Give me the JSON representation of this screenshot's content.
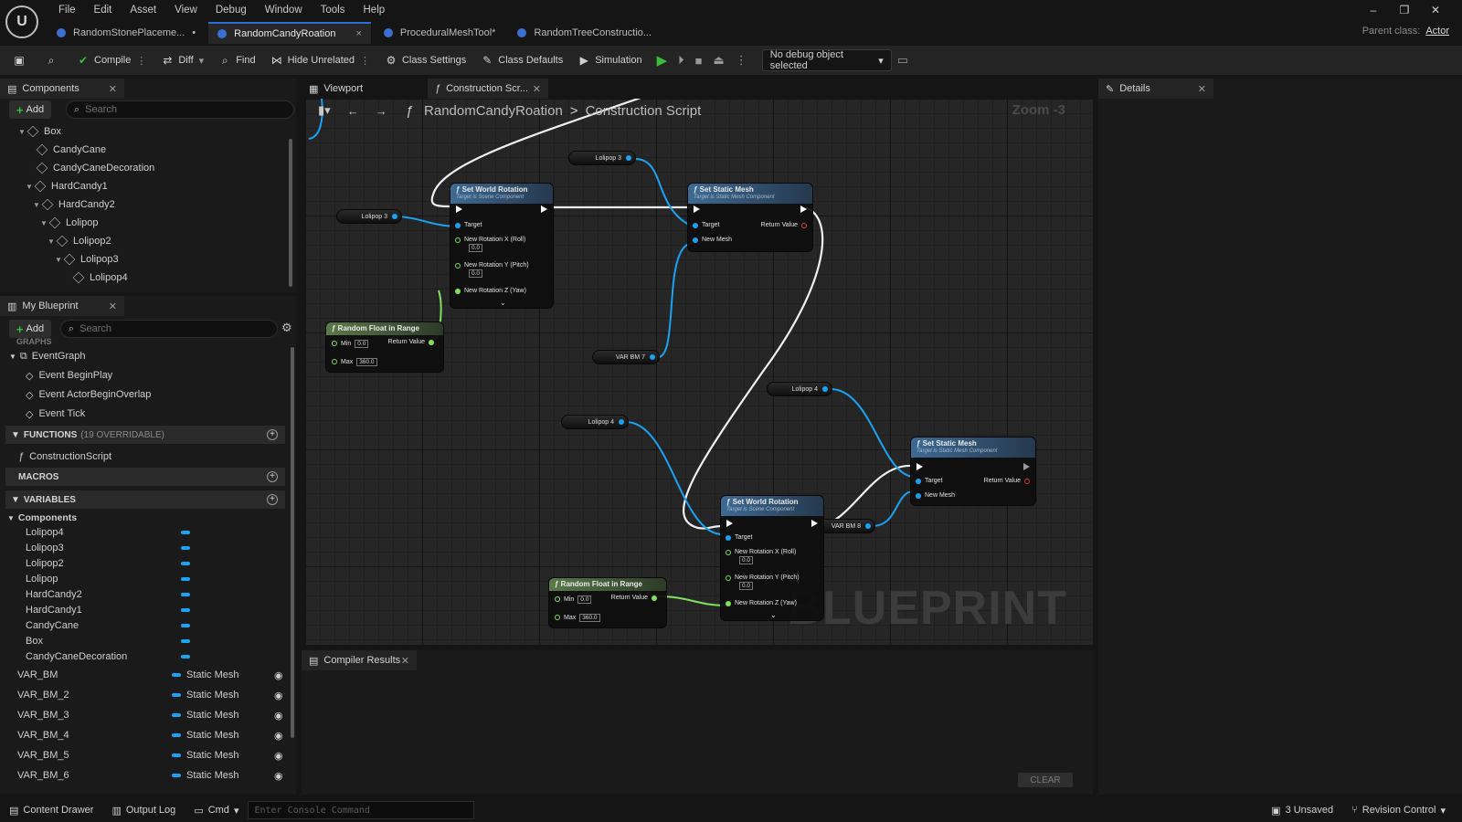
{
  "logo_text": "U",
  "menu": [
    "File",
    "Edit",
    "Asset",
    "View",
    "Debug",
    "Window",
    "Tools",
    "Help"
  ],
  "tabs": [
    {
      "label": "RandomStonePlaceme...",
      "dirty": "•"
    },
    {
      "label": "RandomCandyRoation",
      "close": "×"
    },
    {
      "label": "ProceduralMeshTool*"
    },
    {
      "label": "RandomTreeConstructio..."
    }
  ],
  "window_controls": {
    "minimize": "–",
    "restore": "❐",
    "close": "✕"
  },
  "parent_class": {
    "label": "Parent class:",
    "value": "Actor"
  },
  "toolbar": {
    "compile": "Compile",
    "diff": "Diff",
    "find": "Find",
    "hide_unrelated": "Hide Unrelated",
    "class_settings": "Class Settings",
    "class_defaults": "Class Defaults",
    "simulation": "Simulation",
    "debug_select": "No debug object selected"
  },
  "components_panel": {
    "title": "Components",
    "add": "Add",
    "search_placeholder": "Search",
    "tree": [
      {
        "label": "Box",
        "depth": 0
      },
      {
        "label": "CandyCane",
        "depth": 1
      },
      {
        "label": "CandyCaneDecoration",
        "depth": 1
      },
      {
        "label": "HardCandy1",
        "depth": 1
      },
      {
        "label": "HardCandy2",
        "depth": 2
      },
      {
        "label": "Lolipop",
        "depth": 3
      },
      {
        "label": "Lolipop2",
        "depth": 4
      },
      {
        "label": "Lolipop3",
        "depth": 5
      },
      {
        "label": "Lolipop4",
        "depth": 6
      }
    ]
  },
  "my_blueprint": {
    "title": "My Blueprint",
    "add": "Add",
    "search_placeholder": "Search",
    "graphs_label": "GRAPHS",
    "event_graph": "EventGraph",
    "events": [
      "Event BeginPlay",
      "Event ActorBeginOverlap",
      "Event Tick"
    ],
    "functions_label": "FUNCTIONS",
    "functions_sub": "(19 OVERRIDABLE)",
    "construction_script": "ConstructionScript",
    "macros_label": "MACROS",
    "variables_label": "VARIABLES",
    "components_label": "Components",
    "component_vars": [
      "Lolipop4",
      "Lolipop3",
      "Lolipop2",
      "Lolipop",
      "HardCandy2",
      "HardCandy1",
      "CandyCane",
      "Box",
      "CandyCaneDecoration"
    ],
    "variables": [
      {
        "name": "VAR_BM",
        "type": "Static Mesh"
      },
      {
        "name": "VAR_BM_2",
        "type": "Static Mesh"
      },
      {
        "name": "VAR_BM_3",
        "type": "Static Mesh"
      },
      {
        "name": "VAR_BM_4",
        "type": "Static Mesh"
      },
      {
        "name": "VAR_BM_5",
        "type": "Static Mesh"
      },
      {
        "name": "VAR_BM_6",
        "type": "Static Mesh"
      }
    ]
  },
  "graph_tabs": {
    "viewport": "Viewport",
    "construction": "Construction Scr..."
  },
  "graph": {
    "breadcrumb_root": "RandomCandyRoation",
    "breadcrumb_leaf": "Construction Script",
    "zoom": "Zoom -3",
    "watermark": "BLUEPRINT",
    "nodes": {
      "swr1": {
        "title": "Set World Rotation",
        "sub": "Target is Scene Component",
        "target": "Target",
        "rx": "New Rotation X (Roll)",
        "ry": "New Rotation Y (Pitch)",
        "rz": "New Rotation Z (Yaw)",
        "vx": "0.0",
        "vy": "0.0"
      },
      "ssm1": {
        "title": "Set Static Mesh",
        "sub": "Target is Static Mesh Component",
        "target": "Target",
        "ret": "Return Value",
        "mesh": "New Mesh"
      },
      "rf1": {
        "title": "Random Float in Range",
        "min": "Min",
        "max": "Max",
        "vmin": "0.0",
        "vmax": "360.0",
        "ret": "Return Value"
      },
      "swr2": {
        "title": "Set World Rotation",
        "sub": "Target is Scene Component",
        "target": "Target",
        "rx": "New Rotation X (Roll)",
        "ry": "New Rotation Y (Pitch)",
        "rz": "New Rotation Z (Yaw)",
        "vx": "0.0",
        "vy": "0.0"
      },
      "ssm2": {
        "title": "Set Static Mesh",
        "sub": "Target is Static Mesh Component",
        "target": "Target",
        "ret": "Return Value",
        "mesh": "New Mesh"
      },
      "rf2": {
        "title": "Random Float in Range",
        "min": "Min",
        "max": "Max",
        "vmin": "0.0",
        "vmax": "360.0",
        "ret": "Return Value"
      }
    },
    "vars": {
      "v1": "Lolipop 3",
      "v2": "Lolipop 3",
      "v3": "VAR BM 7",
      "v4": "Lolipop 4",
      "v5": "Lolipop 4",
      "v6": "VAR BM 8"
    }
  },
  "compiler": {
    "title": "Compiler Results",
    "clear": "CLEAR"
  },
  "details": {
    "title": "Details"
  },
  "status": {
    "content_drawer": "Content Drawer",
    "output_log": "Output Log",
    "cmd": "Cmd",
    "console_placeholder": "Enter Console Command",
    "unsaved": "3 Unsaved",
    "revision": "Revision Control"
  },
  "colors": {
    "accent": "#2a6fd6",
    "object_pin": "#1aa3f2",
    "float_pin": "#7ee25a",
    "play": "#3cbc3c"
  }
}
